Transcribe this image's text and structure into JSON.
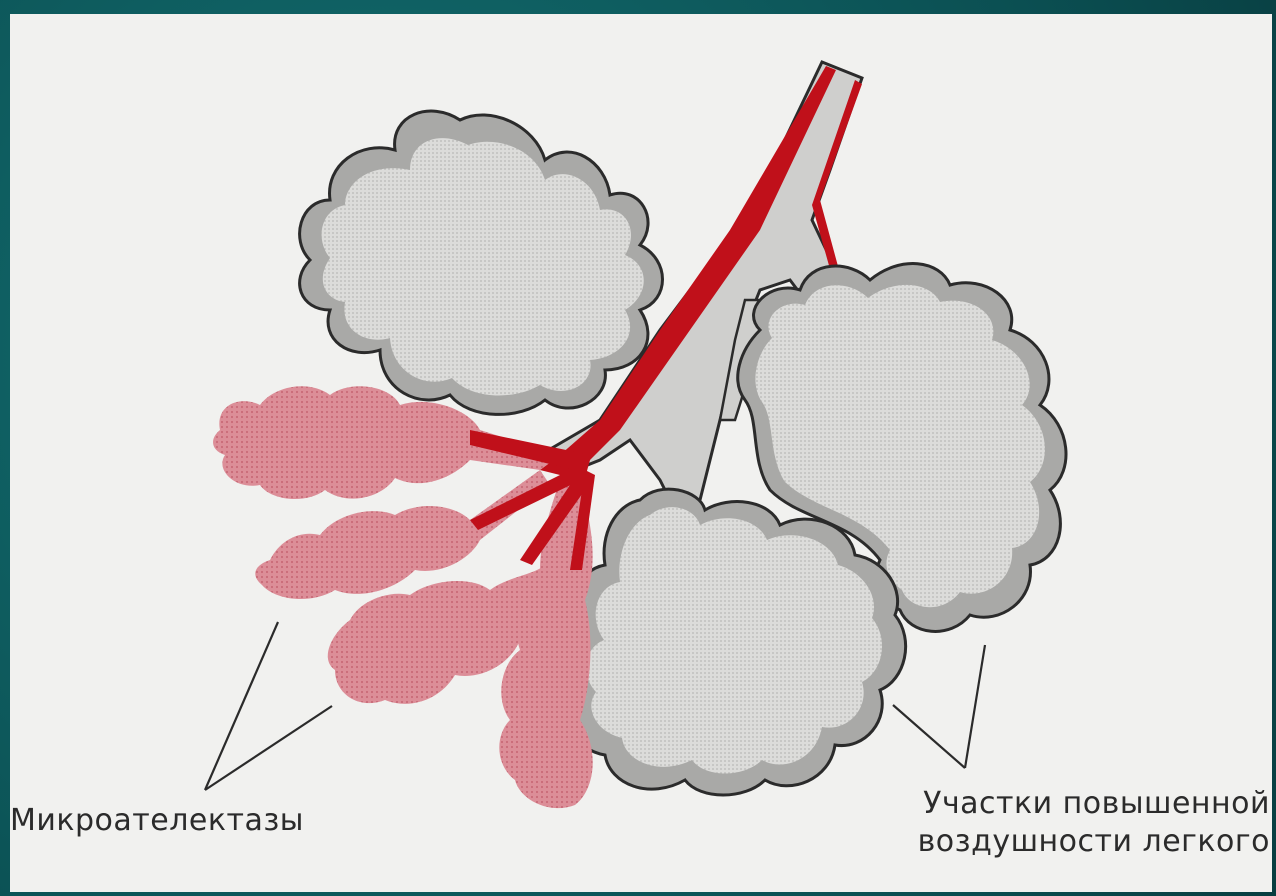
{
  "labels": {
    "microatelectasis": "Микроателектазы",
    "hyperinflation_line1": "Участки повышенной",
    "hyperinflation_line2": "воздушности легкого"
  },
  "colors": {
    "background_frame": "#0e5a5c",
    "paper": "#f1f1ef",
    "collapsed_alveoli": "#d9848f",
    "bronchus_red": "#c0101a",
    "inflated_alveoli_fill": "#d6d6d4",
    "alveolar_wall": "#a9a9a7",
    "outline": "#2b2b2b"
  }
}
